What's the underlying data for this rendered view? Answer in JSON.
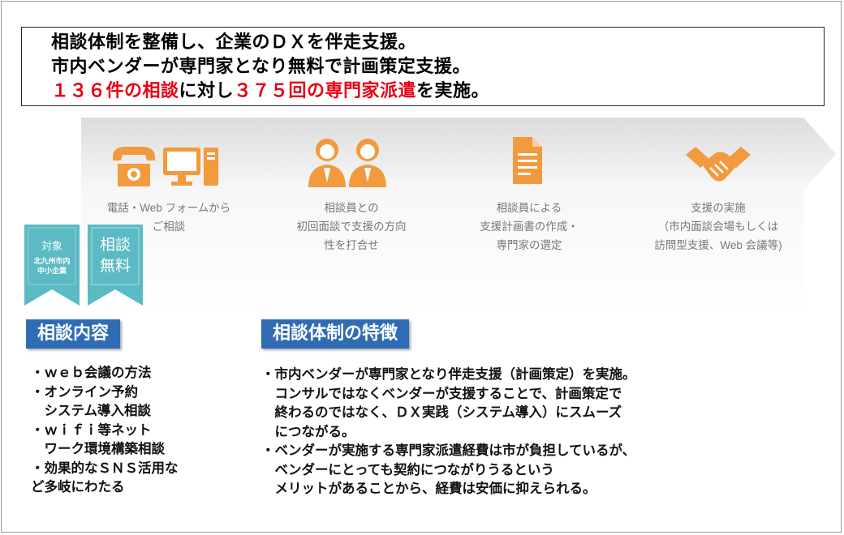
{
  "headline": {
    "line1": "相談体制を整備し、企業のＤＸを伴走支援。",
    "line2": "市内ベンダーが専門家となり無料で計画策定支援。",
    "line3_a": "１３６件の相談",
    "line3_b": "に対し",
    "line3_c": "３７５回の専門家派遣",
    "line3_d": "を実施。"
  },
  "flow": {
    "accent_color": "#f29a3e",
    "steps": [
      {
        "icon": "phone-computer-icon",
        "lines": [
          "電話・Web フォームから",
          "ご相談"
        ]
      },
      {
        "icon": "consultants-icon",
        "lines": [
          "相談員との",
          "初回面談で支援の方向",
          "性を打合せ"
        ]
      },
      {
        "icon": "document-icon",
        "lines": [
          "相談員による",
          "支援計画書の作成・",
          "専門家の選定"
        ]
      },
      {
        "icon": "handshake-icon",
        "lines": [
          "支援の実施",
          "（市内面談会場もしくは",
          "訪問型支援、Web 会議等)"
        ]
      }
    ]
  },
  "ribbons": {
    "target_title": "対象",
    "target_sub1": "北九州市内",
    "target_sub2": "中小企業",
    "free_line1": "相談",
    "free_line2": "無料",
    "color": "#5bbac4"
  },
  "content": {
    "tag": "相談内容",
    "items": [
      "・ｗｅｂ会議の方法",
      "・オンライン予約",
      "　システム導入相談",
      "・ｗｉｆｉ等ネット",
      "　ワーク環境構築相談",
      "・効果的なＳＮＳ活用な",
      "ど多岐にわたる"
    ]
  },
  "features": {
    "tag": "相談体制の特徴",
    "items": [
      "・市内ベンダーが専門家となり伴走支援（計画策定）を実施。",
      "　コンサルではなくベンダーが支援することで、計画策定で",
      "　終わるのではなく、ＤＸ実践（システム導入）にスムーズ",
      "　につながる。",
      "・ベンダーが実施する専門家派遣経費は市が負担しているが、",
      "　ベンダーにとっても契約につながりうるという",
      "　メリットがあることから、経費は安価に抑えられる。"
    ]
  }
}
